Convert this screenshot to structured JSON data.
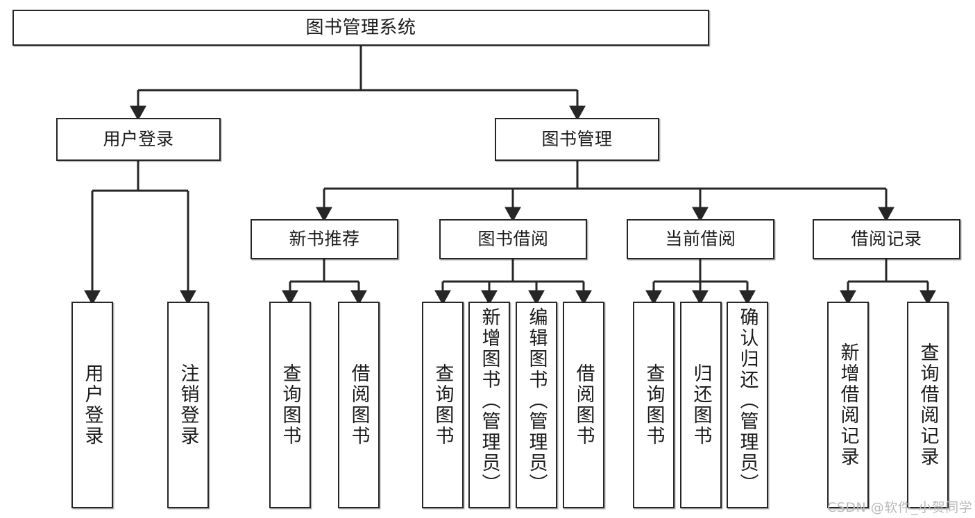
{
  "diagram": {
    "title": "图书管理系统",
    "type": "tree-hierarchy-diagram",
    "colors": {
      "box_border": "#262626",
      "box_fill": "#ffffff",
      "connector": "#262626",
      "text": "#1b1b1b",
      "watermark": "#b9b9b9",
      "background": "#ffffff"
    },
    "nodes": {
      "root": {
        "label": "图书管理系统"
      },
      "level2": [
        {
          "id": "user-login",
          "label": "用户登录"
        },
        {
          "id": "book-manage",
          "label": "图书管理"
        }
      ],
      "level3": [
        {
          "id": "new-book-recommend",
          "label": "新书推荐"
        },
        {
          "id": "book-borrow",
          "label": "图书借阅"
        },
        {
          "id": "current-borrow",
          "label": "当前借阅"
        },
        {
          "id": "borrow-record",
          "label": "借阅记录"
        }
      ],
      "leaves": {
        "user_login": [
          {
            "id": "leaf-user-login",
            "label": "用户登录"
          },
          {
            "id": "leaf-logout-login",
            "label": "注销登录"
          }
        ],
        "new_book_recommend": [
          {
            "id": "leaf-query-book-1",
            "label": "查询图书"
          },
          {
            "id": "leaf-borrow-book-1",
            "label": "借阅图书"
          }
        ],
        "book_borrow": [
          {
            "id": "leaf-query-book-2",
            "label": "查询图书"
          },
          {
            "id": "leaf-add-book",
            "label": "新增图书（管理员）"
          },
          {
            "id": "leaf-edit-book",
            "label": "编辑图书（管理员）"
          },
          {
            "id": "leaf-borrow-book-2",
            "label": "借阅图书"
          }
        ],
        "current_borrow": [
          {
            "id": "leaf-query-book-3",
            "label": "查询图书"
          },
          {
            "id": "leaf-return-book",
            "label": "归还图书"
          },
          {
            "id": "leaf-confirm-return",
            "label": "确认归还（管理员）"
          }
        ],
        "borrow_record": [
          {
            "id": "leaf-add-record",
            "label": "新增借阅记录"
          },
          {
            "id": "leaf-query-record",
            "label": "查询借阅记录"
          }
        ]
      }
    },
    "watermark": "CSDN @软件_小贺同学"
  }
}
